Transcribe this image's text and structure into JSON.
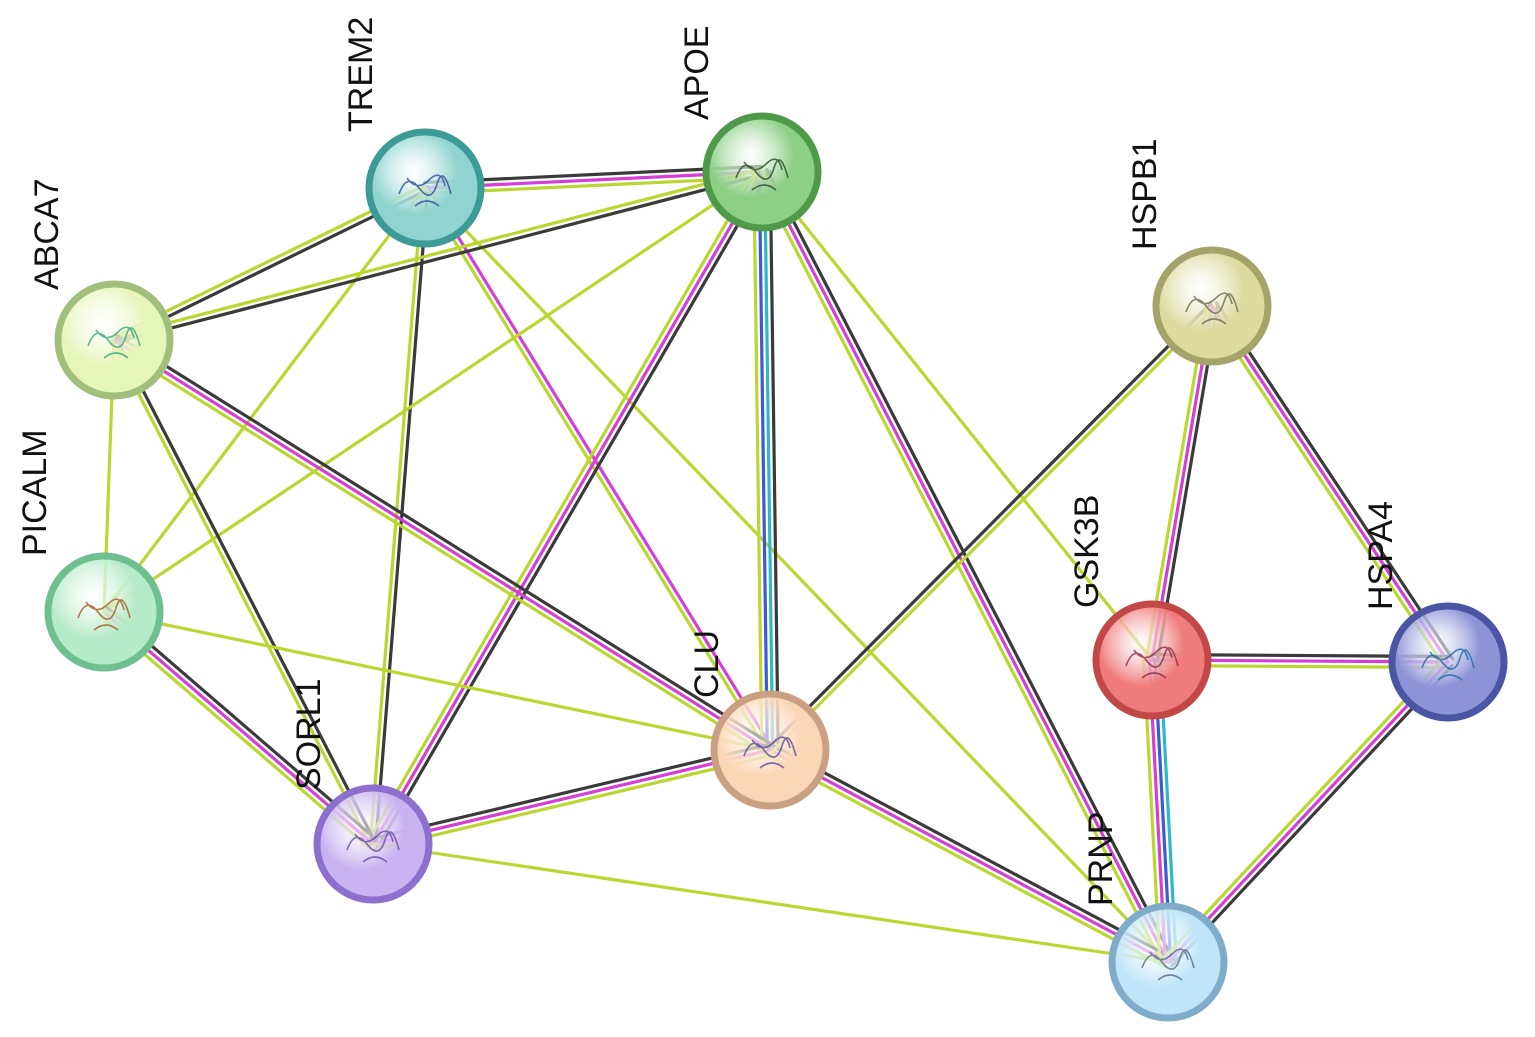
{
  "nodes": [
    {
      "id": "TREM2",
      "label": "TREM2",
      "fill": "#8fd4d0",
      "stroke": "#3e9a97",
      "motif": "#2f4f9a"
    },
    {
      "id": "APOE",
      "label": "APOE",
      "fill": "#8ccf85",
      "stroke": "#4f9a4a",
      "motif": "#2d4a2d"
    },
    {
      "id": "ABCA7",
      "label": "ABCA7",
      "fill": "#e6f5b8",
      "stroke": "#9fbf7a",
      "motif": "#3aa67a"
    },
    {
      "id": "PICALM",
      "label": "PICALM",
      "fill": "#b6ebc7",
      "stroke": "#6fbf8f",
      "motif": "#a85a2a"
    },
    {
      "id": "SORL1",
      "label": "SORL1",
      "fill": "#c7b3f0",
      "stroke": "#8c6fcf",
      "motif": "#6a4aa8"
    },
    {
      "id": "CLU",
      "label": "CLU",
      "fill": "#fbd6b5",
      "stroke": "#c9a081",
      "motif": "#5a4a9a"
    },
    {
      "id": "HSPB1",
      "label": "HSPB1",
      "fill": "#dcdba0",
      "stroke": "#a4a46a",
      "motif": "#6a6a55"
    },
    {
      "id": "GSK3B",
      "label": "GSK3B",
      "fill": "#ef7b7b",
      "stroke": "#c24747",
      "motif": "#8a2a4a"
    },
    {
      "id": "HSPA4",
      "label": "HSPA4",
      "fill": "#8c93d6",
      "stroke": "#4a55a3",
      "motif": "#1f6aa8"
    },
    {
      "id": "PRNP",
      "label": "PRNP",
      "fill": "#bfe5f8",
      "stroke": "#7fadc9",
      "motif": "#5a6a8a"
    }
  ],
  "edge_colors": {
    "dark": "#3a3a3a",
    "magenta": "#d63fd6",
    "yellowgreen": "#bcd631",
    "cyan": "#30b8c8",
    "blue": "#3a5ad6"
  },
  "edges": [
    {
      "source": "TREM2",
      "target": "APOE",
      "types": [
        "dark",
        "magenta",
        "yellowgreen"
      ]
    },
    {
      "source": "TREM2",
      "target": "ABCA7",
      "types": [
        "dark",
        "yellowgreen"
      ]
    },
    {
      "source": "TREM2",
      "target": "PICALM",
      "types": [
        "yellowgreen"
      ]
    },
    {
      "source": "TREM2",
      "target": "SORL1",
      "types": [
        "dark",
        "yellowgreen"
      ]
    },
    {
      "source": "TREM2",
      "target": "CLU",
      "types": [
        "magenta",
        "yellowgreen"
      ]
    },
    {
      "source": "TREM2",
      "target": "PRNP",
      "types": [
        "yellowgreen"
      ]
    },
    {
      "source": "APOE",
      "target": "ABCA7",
      "types": [
        "dark",
        "yellowgreen"
      ]
    },
    {
      "source": "APOE",
      "target": "PICALM",
      "types": [
        "yellowgreen"
      ]
    },
    {
      "source": "APOE",
      "target": "SORL1",
      "types": [
        "dark",
        "magenta",
        "yellowgreen"
      ]
    },
    {
      "source": "APOE",
      "target": "CLU",
      "types": [
        "dark",
        "cyan",
        "blue",
        "yellowgreen"
      ]
    },
    {
      "source": "APOE",
      "target": "PRNP",
      "types": [
        "dark",
        "magenta",
        "yellowgreen"
      ]
    },
    {
      "source": "APOE",
      "target": "GSK3B",
      "types": [
        "yellowgreen"
      ]
    },
    {
      "source": "ABCA7",
      "target": "PICALM",
      "types": [
        "yellowgreen"
      ]
    },
    {
      "source": "ABCA7",
      "target": "SORL1",
      "types": [
        "dark",
        "yellowgreen"
      ]
    },
    {
      "source": "ABCA7",
      "target": "CLU",
      "types": [
        "dark",
        "magenta",
        "yellowgreen"
      ]
    },
    {
      "source": "PICALM",
      "target": "SORL1",
      "types": [
        "dark",
        "magenta",
        "yellowgreen"
      ]
    },
    {
      "source": "PICALM",
      "target": "CLU",
      "types": [
        "yellowgreen"
      ]
    },
    {
      "source": "SORL1",
      "target": "CLU",
      "types": [
        "dark",
        "magenta",
        "yellowgreen"
      ]
    },
    {
      "source": "SORL1",
      "target": "PRNP",
      "types": [
        "yellowgreen"
      ]
    },
    {
      "source": "CLU",
      "target": "PRNP",
      "types": [
        "dark",
        "magenta",
        "yellowgreen"
      ]
    },
    {
      "source": "CLU",
      "target": "HSPB1",
      "types": [
        "dark",
        "yellowgreen"
      ]
    },
    {
      "source": "HSPB1",
      "target": "GSK3B",
      "types": [
        "dark",
        "magenta",
        "yellowgreen"
      ]
    },
    {
      "source": "HSPB1",
      "target": "HSPA4",
      "types": [
        "dark",
        "magenta",
        "yellowgreen"
      ]
    },
    {
      "source": "GSK3B",
      "target": "HSPA4",
      "types": [
        "dark",
        "magenta",
        "yellowgreen"
      ]
    },
    {
      "source": "GSK3B",
      "target": "PRNP",
      "types": [
        "cyan",
        "blue",
        "magenta",
        "yellowgreen"
      ]
    },
    {
      "source": "HSPA4",
      "target": "PRNP",
      "types": [
        "dark",
        "magenta",
        "yellowgreen"
      ]
    }
  ]
}
